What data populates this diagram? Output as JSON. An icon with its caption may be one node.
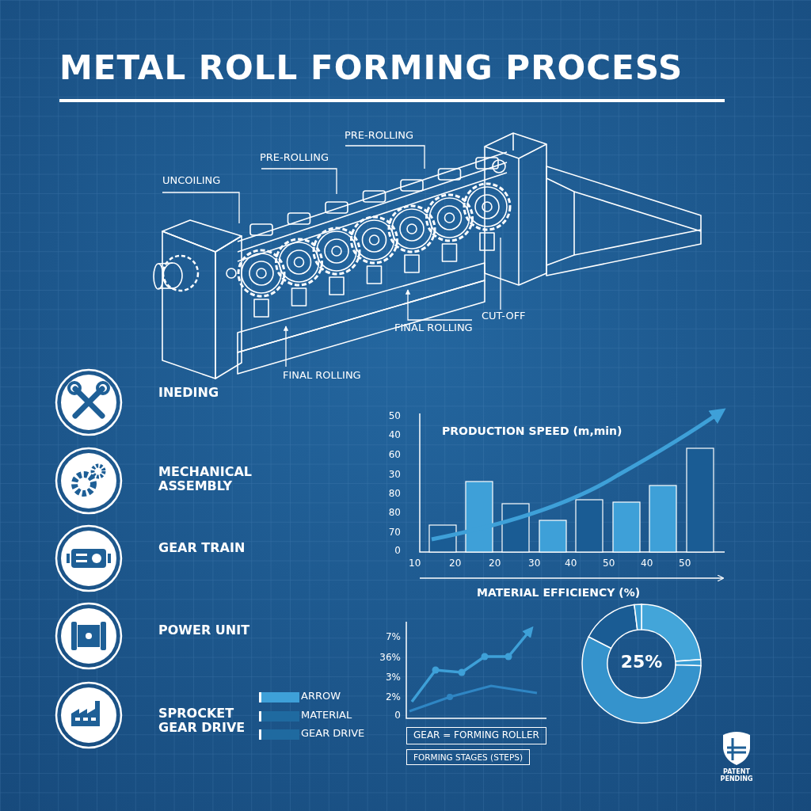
{
  "diagram": {
    "title": "METAL ROLL FORMING PROCESS",
    "nodes": [
      {
        "text": [
          "UNCOILING"
        ]
      },
      {
        "text": [
          "PRE-ROLLING"
        ]
      },
      {
        "text": [
          "PRE-ROLLING"
        ]
      },
      {
        "text": [
          "CUT-OFF"
        ]
      },
      {
        "text": [
          "FINAL ROLLING"
        ]
      },
      {
        "text": [
          "FINAL ROLLING"
        ]
      }
    ],
    "edges": [
      {
        "from": 0,
        "to": null,
        "arrow": "none"
      },
      {
        "from": 1,
        "to": null,
        "arrow": "none"
      },
      {
        "from": 2,
        "to": null,
        "arrow": "none"
      },
      {
        "from": 3,
        "to": null,
        "arrow": "none"
      },
      {
        "from": 4,
        "to": null,
        "arrow": "to"
      },
      {
        "from": 5,
        "to": null,
        "arrow": "to"
      }
    ],
    "labels": [
      "INEDING",
      "MECHANICAL ASSEMBLY",
      "GEAR TRAIN",
      "POWER UNIT",
      "SPROCKET GEAR DRIVE",
      "PRODUCTION SPEED (m,min)",
      "50",
      "40",
      "60",
      "30",
      "80",
      "80",
      "70",
      "0",
      "10",
      "20",
      "20",
      "30",
      "40",
      "50",
      "40",
      "50",
      "MATERIAL EFFICIENCY (%)",
      "7%",
      "36%",
      "3%",
      "2%",
      "0",
      "25%",
      "GEAR = FORMING ROLLER",
      "FORMING STAGES (STEPS)",
      "PATENT PENDING"
    ],
    "legend": [
      {
        "text": "ARROW",
        "color": "#3ea0d8"
      },
      {
        "text": "MATERIAL",
        "color": "#1f6aa0"
      },
      {
        "text": "GEAR DRIVE",
        "color": "#1f6aa0"
      }
    ]
  }
}
